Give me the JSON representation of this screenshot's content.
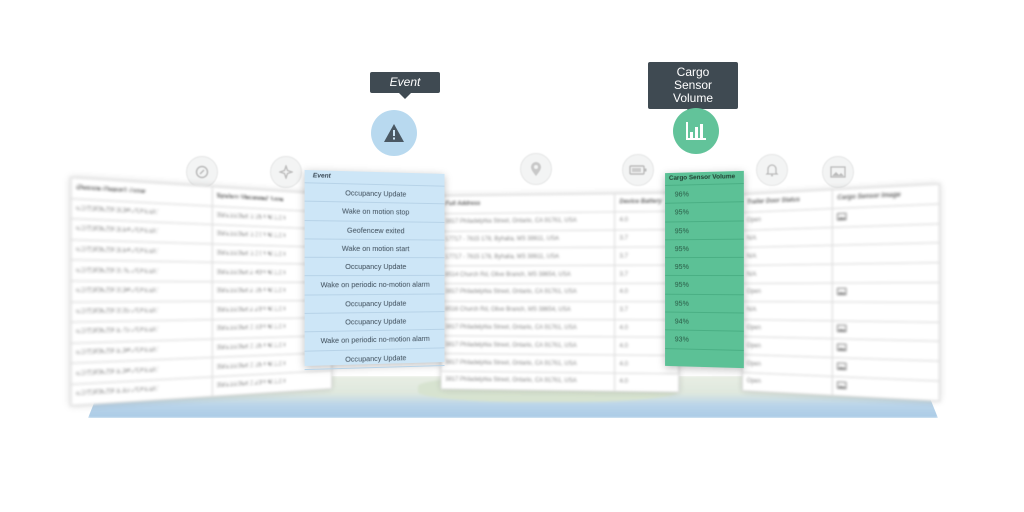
{
  "callouts": {
    "event": "Event",
    "cargo": "Cargo Sensor Volume"
  },
  "icons": {
    "event": "warning-icon",
    "cargo": "bar-chart-icon",
    "top_row": [
      "clock-icon",
      "sparkle-icon",
      "location-pin-icon",
      "battery-icon",
      "bell-icon",
      "image-icon"
    ]
  },
  "colors": {
    "event_bg": "#cde6f7",
    "cargo_bg": "#5cc196",
    "callout_bg": "#3f4a52"
  },
  "left_table": {
    "headers": [
      "Device Report Time",
      "System Received Time"
    ],
    "rows": [
      [
        "03/13/2018 3:34 PM EDT",
        "03/13/2018 3:35 PM EDT"
      ],
      [
        "03/13/2018 3:14 PM EDT",
        "03/13/2018 3:14 PM EDT"
      ],
      [
        "03/13/2018 3:14 PM EDT",
        "03/13/2018 3:14 PM EDT"
      ],
      [
        "03/13/2018 2:40 PM EDT",
        "03/13/2018 2:40 PM EDT"
      ],
      [
        "03/13/2018 2:34 PM EDT",
        "03/13/2018 2:35 PM EDT"
      ],
      [
        "03/13/2018 2:29 PM EDT",
        "03/13/2018 2:29 PM EDT"
      ],
      [
        "03/13/2018 1:49 PM EDT",
        "03/13/2018 1:50 PM EDT"
      ],
      [
        "03/13/2018 1:34 PM EDT",
        "03/13/2018 1:35 PM EDT"
      ],
      [
        "03/13/2018 1:34 PM EDT",
        "03/13/2018 1:35 PM EDT"
      ],
      [
        "03/13/2018 1:19 PM EDT",
        "03/13/2018 1:20 PM EDT"
      ]
    ]
  },
  "event_col": {
    "header": "Event",
    "rows": [
      "Occupancy Update",
      "Wake on motion stop",
      "Geofencew exited",
      "Wake on motion start",
      "Occupancy Update",
      "Wake on periodic no-motion alarm",
      "Occupancy Update",
      "Occupancy Update",
      "Wake on periodic no-motion alarm",
      "Occupancy Update"
    ]
  },
  "mid_table": {
    "headers": [
      "Full Address",
      "Device Battery"
    ],
    "rows": [
      [
        "3817 Philadelphia Street, Ontario, CA 91761, USA",
        "4.0"
      ],
      [
        "17717 - 7615 178, Byhalia, MS 38611, USA",
        "3.7"
      ],
      [
        "17717 - 7615 178, Byhalia, MS 38611, USA",
        "3.7"
      ],
      [
        "8514 Church Rd, Olive Branch, MS 38654, USA",
        "3.7"
      ],
      [
        "3817 Philadelphia Street, Ontario, CA 91761, USA",
        "4.0"
      ],
      [
        "8516 Church Rd, Olive Branch, MS 38654, USA",
        "3.7"
      ],
      [
        "3817 Philadelphia Street, Ontario, CA 91761, USA",
        "4.0"
      ],
      [
        "3817 Philadelphia Street, Ontario, CA 91761, USA",
        "4.0"
      ],
      [
        "3817 Philadelphia Street, Ontario, CA 91761, USA",
        "4.0"
      ],
      [
        "3817 Philadelphia Street, Ontario, CA 91761, USA",
        "4.0"
      ]
    ]
  },
  "cargo_col": {
    "header": "Cargo Sensor Volume",
    "rows": [
      "96%",
      "95%",
      "95%",
      "95%",
      "95%",
      "95%",
      "95%",
      "94%",
      "93%"
    ]
  },
  "right_table": {
    "headers": [
      "Trailer Door Status",
      "Cargo Sensor Image"
    ],
    "rows": [
      [
        "Open",
        "image-icon"
      ],
      [
        "N/A",
        ""
      ],
      [
        "N/A",
        ""
      ],
      [
        "N/A",
        ""
      ],
      [
        "Open",
        "image-icon"
      ],
      [
        "N/A",
        ""
      ],
      [
        "Open",
        "image-icon"
      ],
      [
        "Open",
        "image-icon"
      ],
      [
        "Open",
        "image-icon"
      ],
      [
        "Open",
        "image-icon"
      ]
    ]
  }
}
